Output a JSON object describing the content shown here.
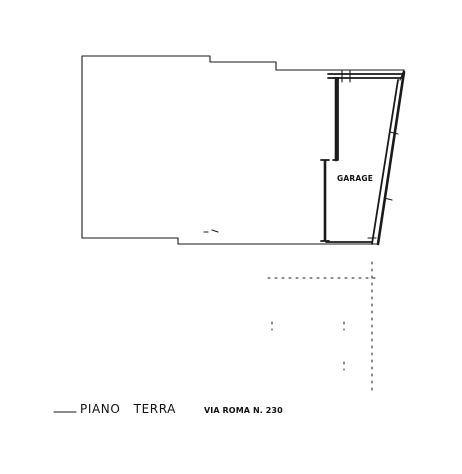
{
  "plan": {
    "room_label": "GARAGE",
    "title_main": "PIANO   TERRA",
    "title_sub": "VIA ROMA N. 230"
  },
  "colors": {
    "ink": "#1a1a1a",
    "paper": "#ffffff"
  }
}
